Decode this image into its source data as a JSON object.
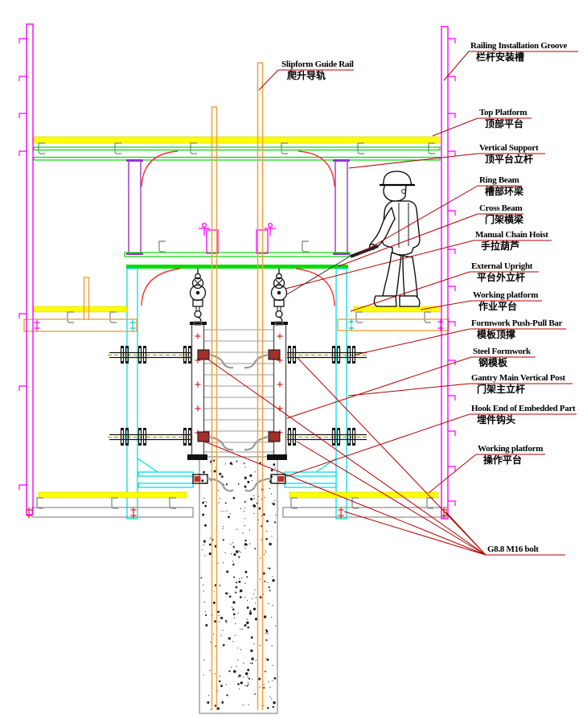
{
  "drawing": {
    "type": "construction-section-elevation",
    "description_en": "Slipform gantry and column formwork section",
    "callout_slipform": {
      "en": "Slipform Guide Rail",
      "zh": "爬升导轨"
    },
    "labels": [
      {
        "en": "Railing Installation Groove",
        "zh": "栏杆安装槽"
      },
      {
        "en": "Top Platform",
        "zh": "顶部平台"
      },
      {
        "en": "Vertical Support",
        "zh": "顶平台立杆"
      },
      {
        "en": "Ring Beam",
        "zh": "槽部环梁"
      },
      {
        "en": "Cross Beam",
        "zh": "门架横梁"
      },
      {
        "en": "Manual Chain Hoist",
        "zh": "手拉葫芦"
      },
      {
        "en": "External Upright",
        "zh": "平台外立杆"
      },
      {
        "en": "Working platform",
        "zh": "作业平台"
      },
      {
        "en": "Formwork Push-Pull Bar",
        "zh": "模板顶撑"
      },
      {
        "en": "Steel Formwork",
        "zh": "钢模板"
      },
      {
        "en": "Gantry Main Vertical Post",
        "zh": "门架主立杆"
      },
      {
        "en": "Hook End of Embedded Part",
        "zh": "埋件钩头"
      },
      {
        "en": "Working platform",
        "zh": "操作平台"
      },
      {
        "en": "G8.8 M16 bolt",
        "zh": ""
      }
    ],
    "colors": {
      "rail_magenta": "#FF00FF",
      "platform_yellow": "#FFFF00",
      "beam_green": "#00D800",
      "post_purple": "#9932CC",
      "frame_cyan": "#00E0E0",
      "guide_rail_orange": "#F0A23C",
      "leader_red": "#B40000",
      "brace_red": "#FF2A2A",
      "steel_grey": "#909090",
      "concrete_speck": "#1B1B2E"
    }
  }
}
